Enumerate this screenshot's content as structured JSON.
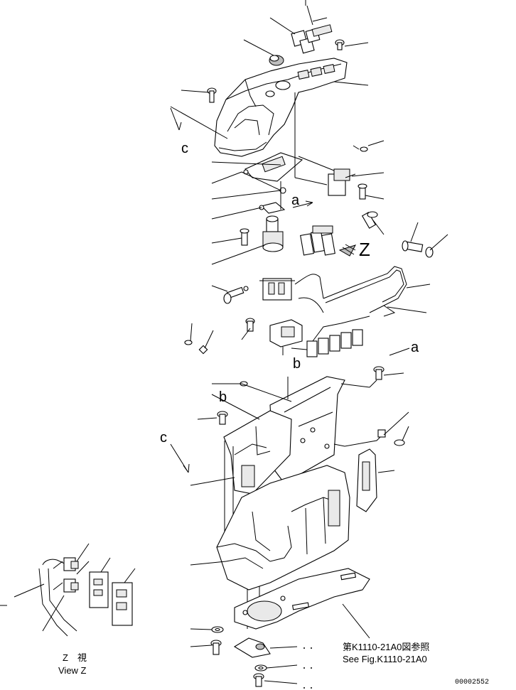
{
  "view_labels": {
    "c_top": "c",
    "a_mid": "a",
    "z_mid": "Z",
    "a_right": "a",
    "b_mid": "b",
    "b_left": "b",
    "c_left": "c"
  },
  "reference": {
    "japanese": "第K1110-21A0図参照",
    "english": "See Fig.K1110-21A0"
  },
  "view_z": {
    "japanese": "Z　視",
    "english": "View Z"
  },
  "drawing_number": "00002552"
}
